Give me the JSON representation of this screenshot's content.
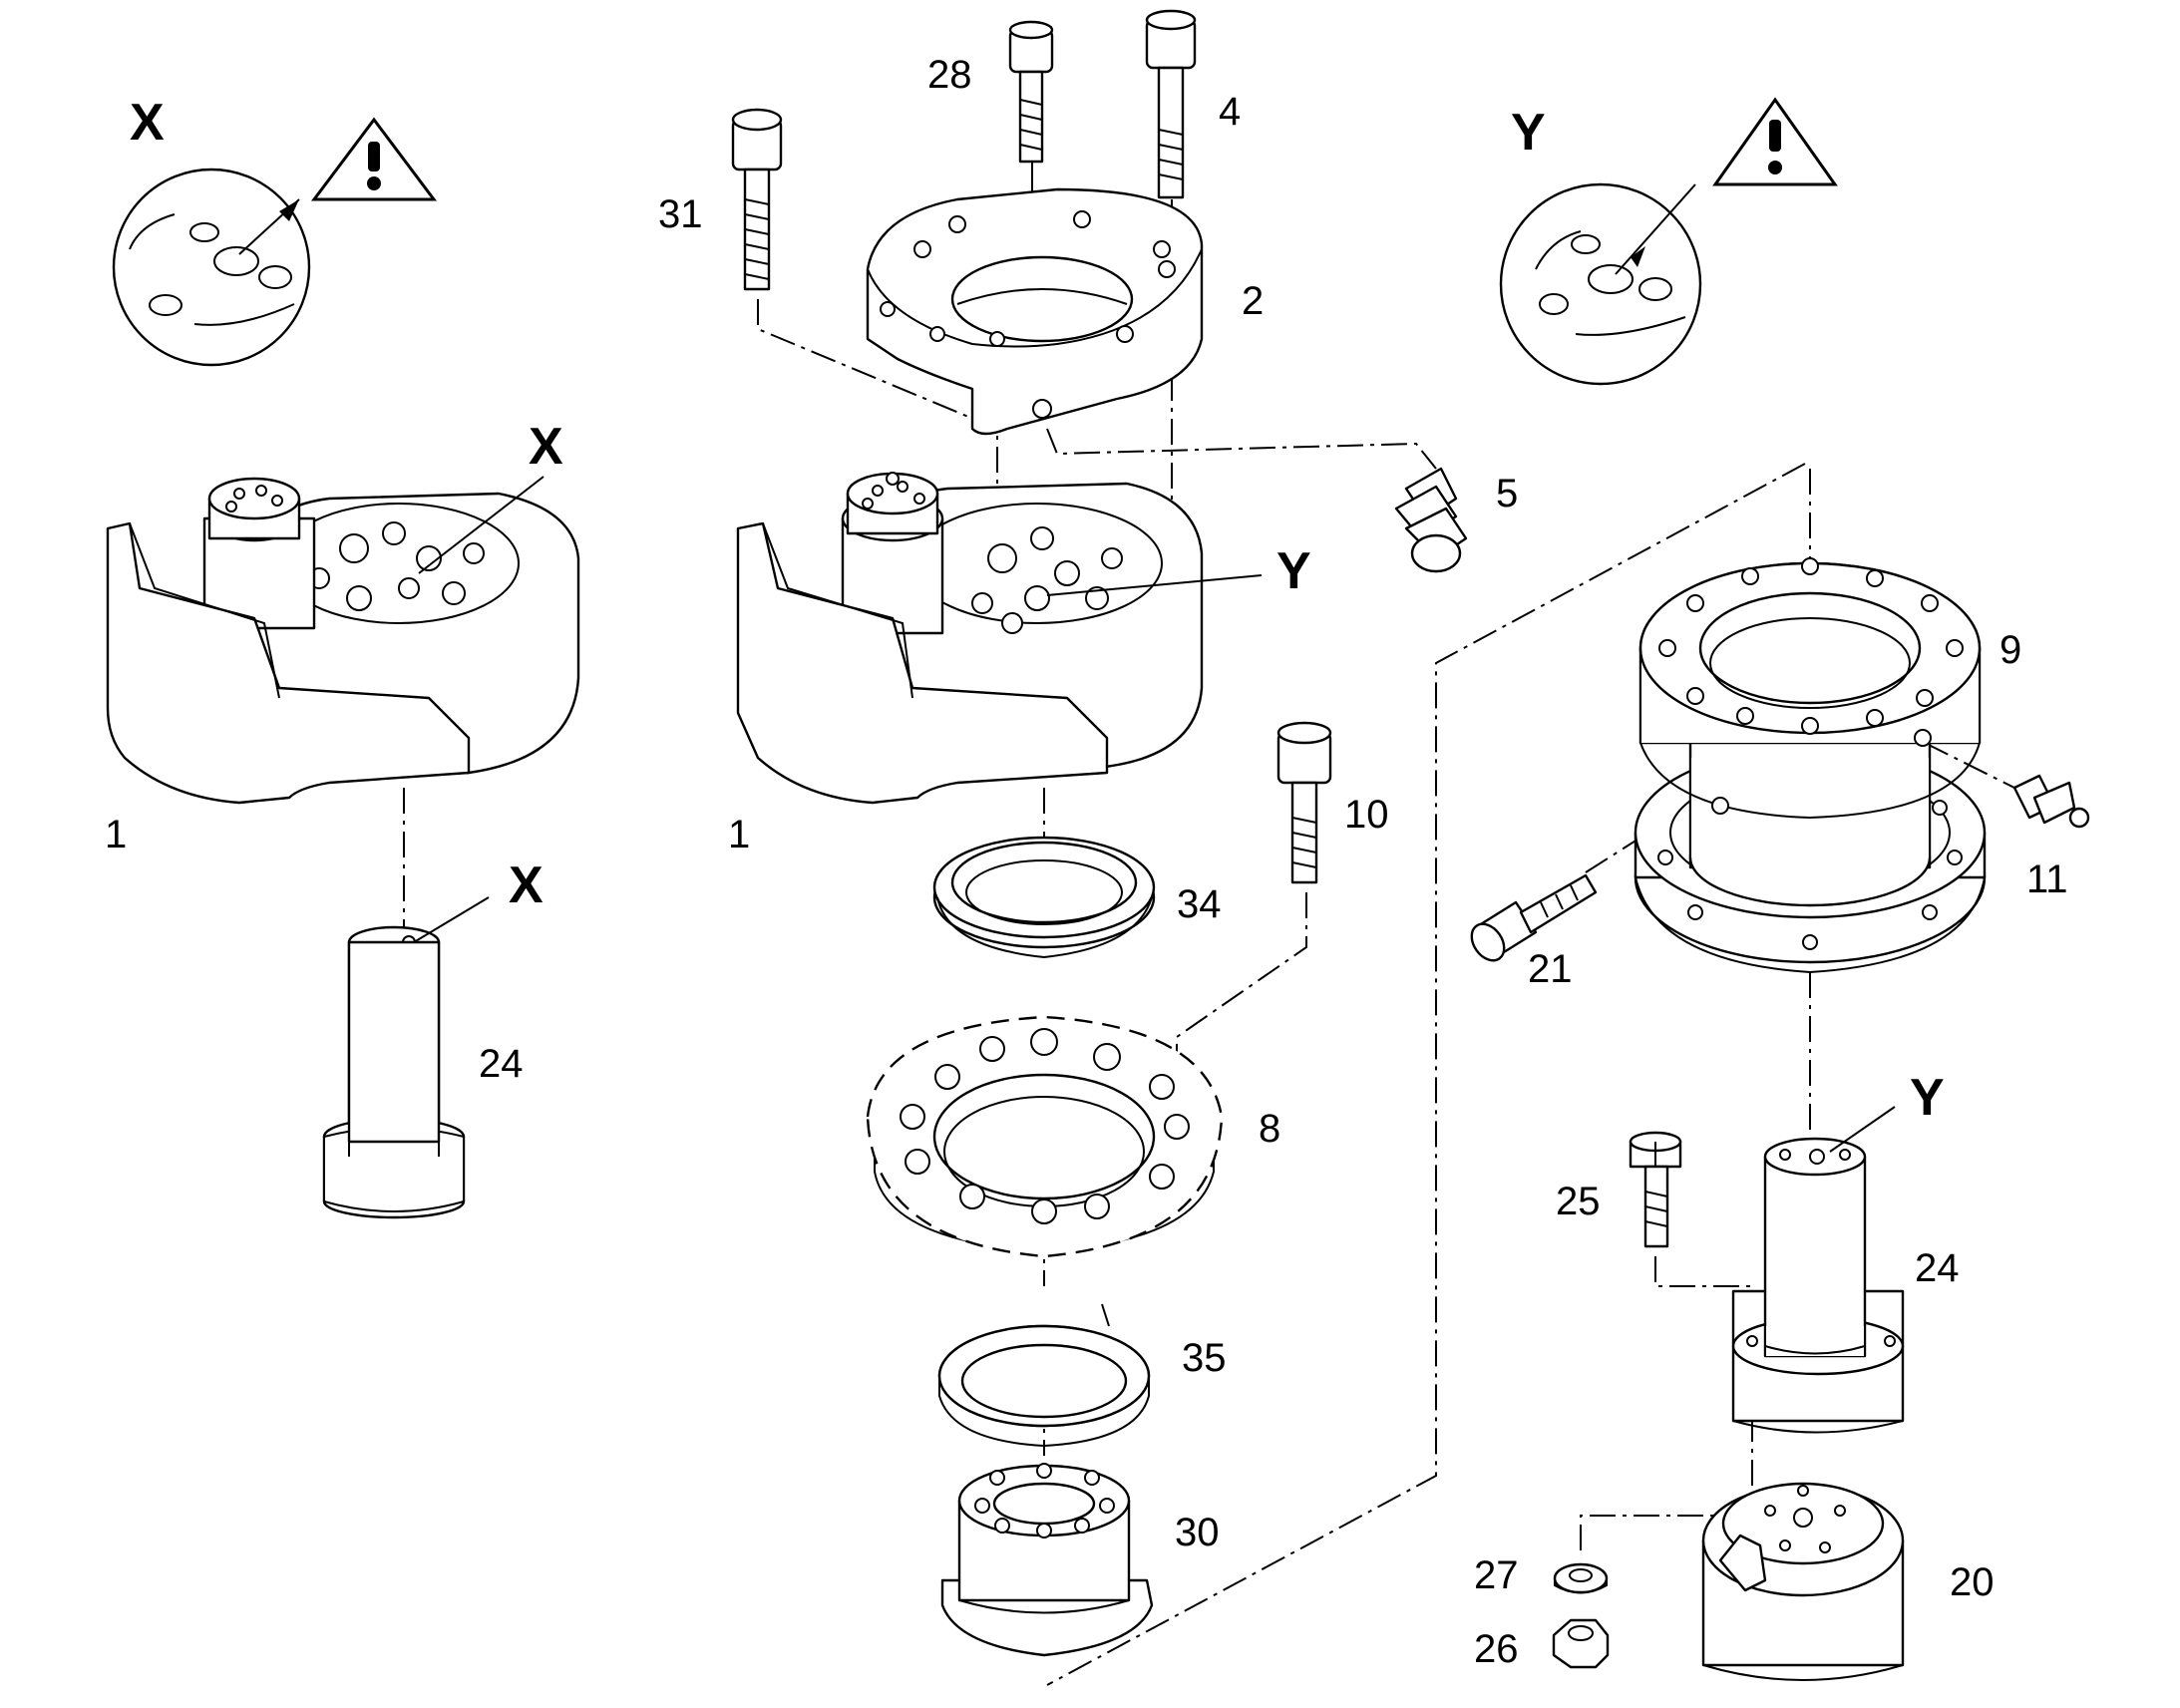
{
  "callouts": {
    "p1_left": "1",
    "p1_center": "1",
    "p2": "2",
    "p4": "4",
    "p5": "5",
    "p8": "8",
    "p9": "9",
    "p10": "10",
    "p11": "11",
    "p20": "20",
    "p21": "21",
    "p24_left": "24",
    "p24_right": "24",
    "p25": "25",
    "p26": "26",
    "p27": "27",
    "p28": "28",
    "p30": "30",
    "p31": "31",
    "p34": "34",
    "p35": "35"
  },
  "detail_letters": {
    "x_detail": "X",
    "x_housing": "X",
    "x_shaft": "X",
    "y_detail": "Y",
    "y_housing": "Y",
    "y_shaft": "Y"
  },
  "icons": {
    "warning": "warning-triangle-icon"
  }
}
